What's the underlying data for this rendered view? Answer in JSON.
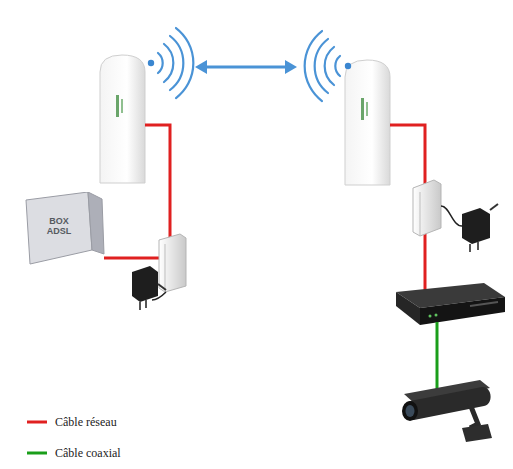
{
  "diagram": {
    "nodes": [
      {
        "text": [
          "BOX ADSL"
        ]
      }
    ],
    "legend": [
      {
        "text": "Câble réseau"
      },
      {
        "text": "Câble coaxial"
      }
    ]
  }
}
